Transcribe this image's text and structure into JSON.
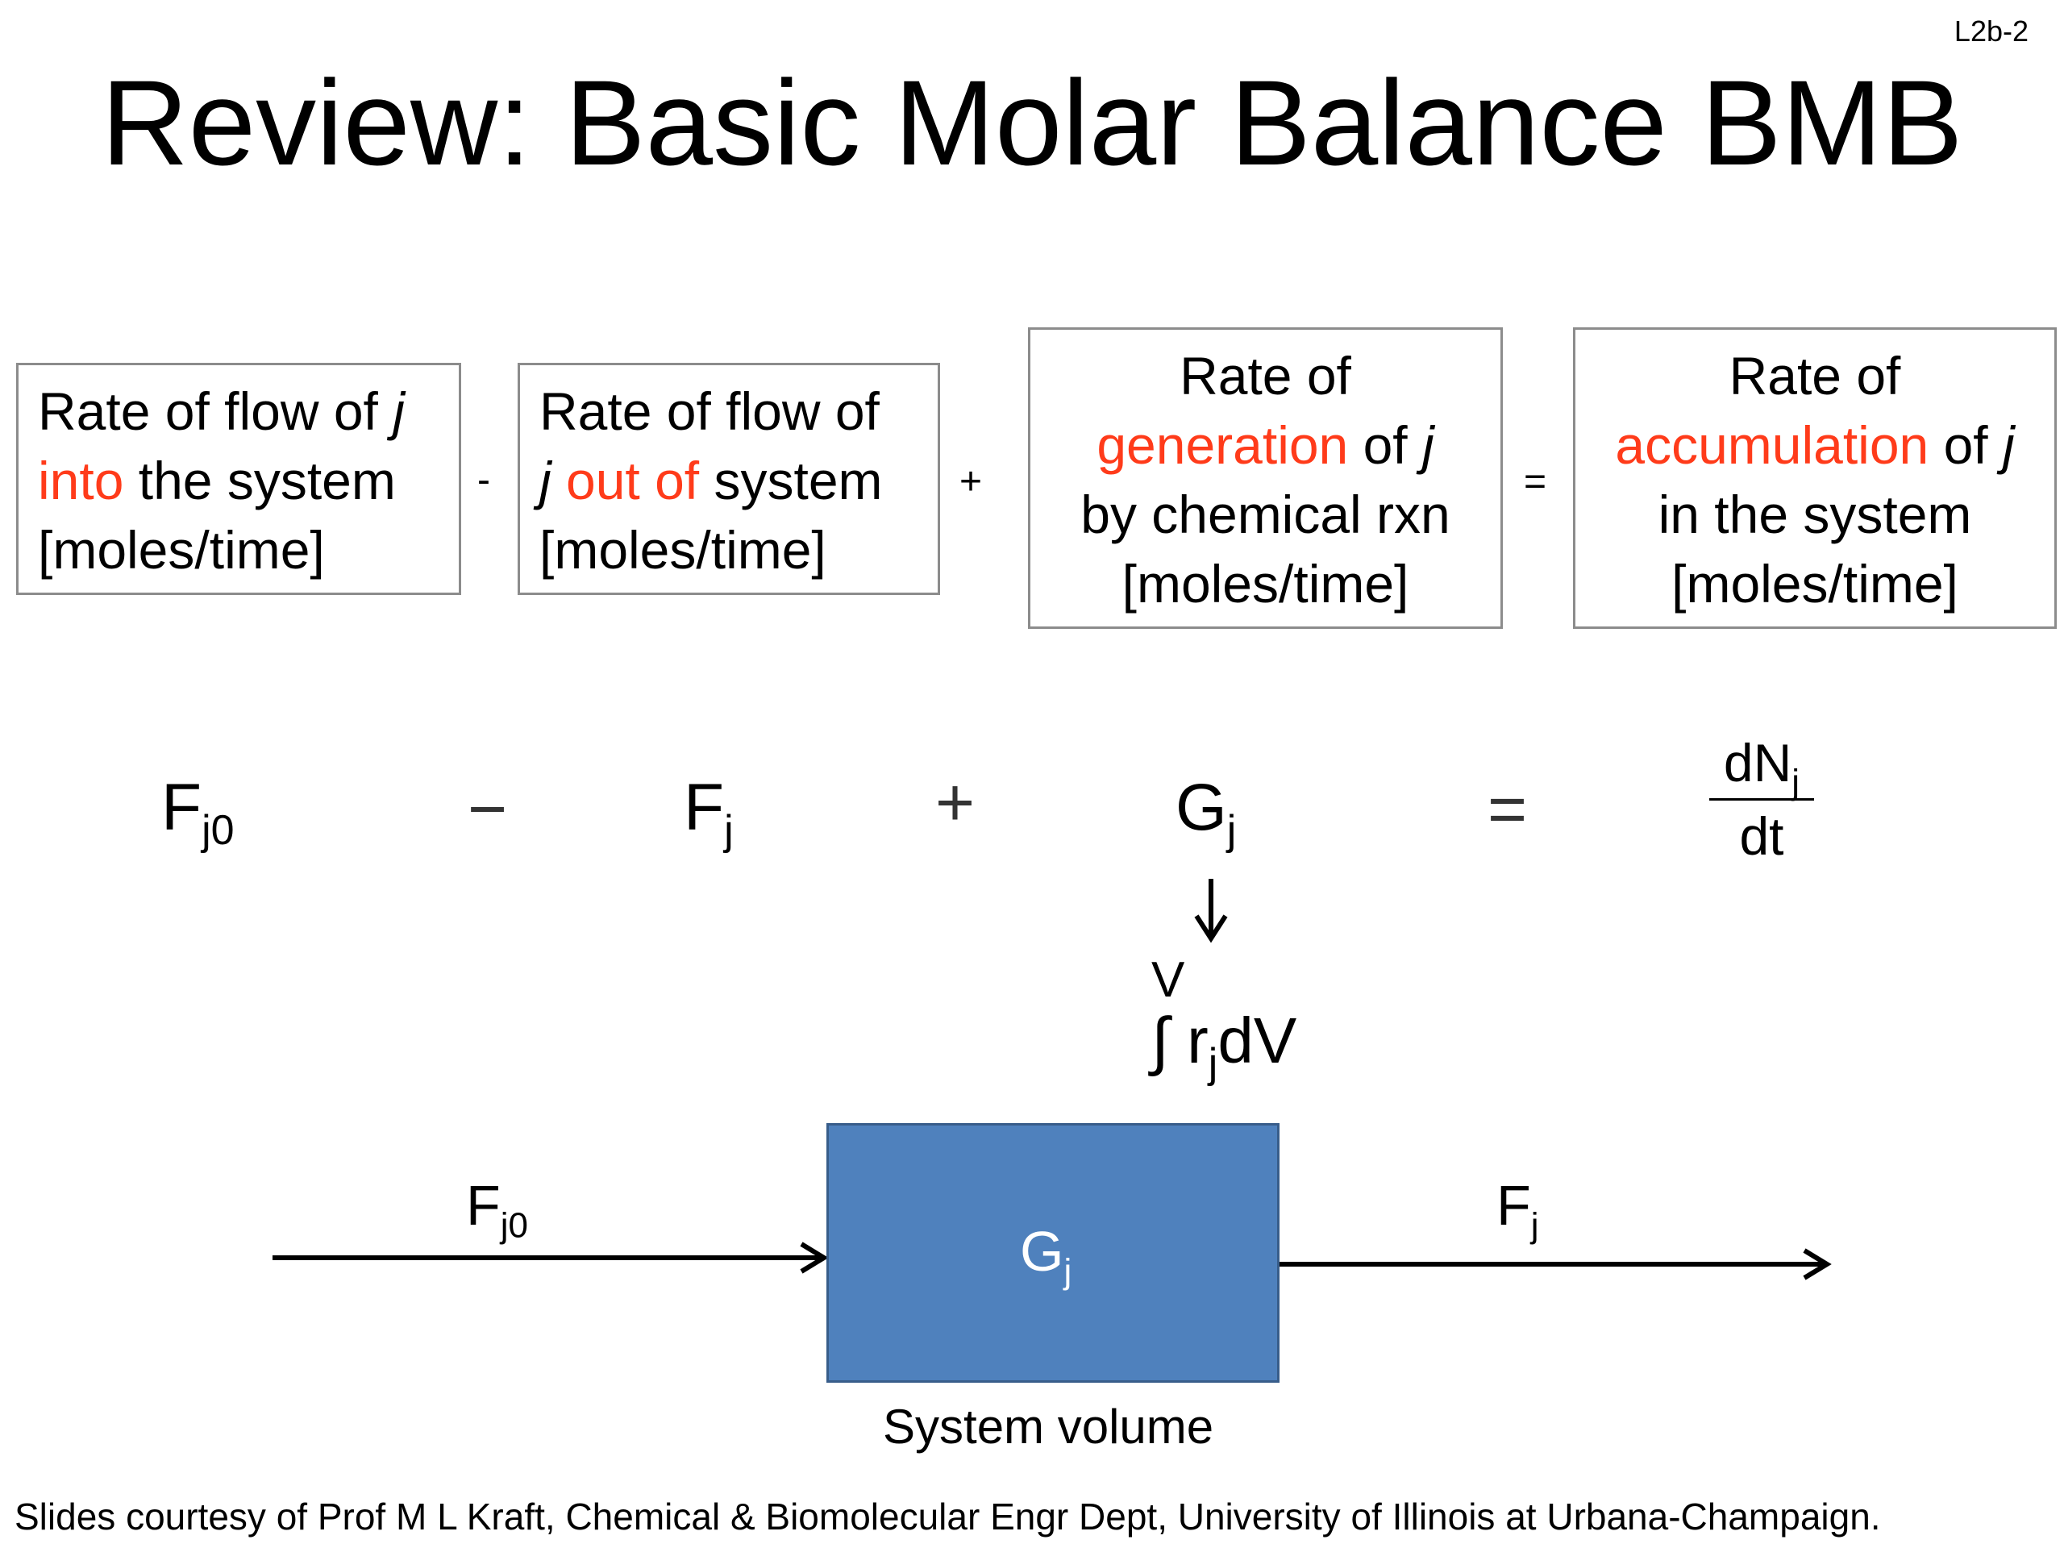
{
  "slide_id": "L2b-2",
  "title": "Review: Basic Molar Balance BMB",
  "boxes": [
    {
      "l1_a": "Rate of flow of ",
      "l1_b": "j",
      "l2_a": "into",
      "l2_b": " the system",
      "l3": "[moles/time]"
    },
    {
      "l1": "Rate of flow of",
      "l2_a": "j",
      "l2_b": " out of",
      "l2_c": " system",
      "l3": "[moles/time]"
    },
    {
      "l1": "Rate of",
      "l2_a": "generation",
      "l2_b": " of ",
      "l2_c": "j",
      "l3": "by chemical rxn",
      "l4": "[moles/time]"
    },
    {
      "l1": "Rate of",
      "l2_a": "accumulation",
      "l2_b": " of ",
      "l2_c": "j",
      "l3": "in the system",
      "l4": "[moles/time]"
    }
  ],
  "box_operators": [
    "-",
    "+",
    "="
  ],
  "equation": {
    "t1_base": "F",
    "t1_sub": "j0",
    "op1": "−",
    "t2_base": "F",
    "t2_sub": "j",
    "op2": "+",
    "t3_base": "G",
    "t3_sub": "j",
    "op3": "=",
    "frac_num_base": "dN",
    "frac_num_sub": "j",
    "frac_den": "dt"
  },
  "integral": {
    "upper_limit": "V",
    "sign": "∫",
    "body_a": " r",
    "body_sub": "j",
    "body_b": "dV"
  },
  "diagram": {
    "inflow_base": "F",
    "inflow_sub": "j0",
    "system_base": "G",
    "system_sub": "j",
    "outflow_base": "F",
    "outflow_sub": "j",
    "caption": "System volume"
  },
  "footer": "Slides courtesy of Prof M L Kraft, Chemical & Biomolecular Engr Dept, University of Illinois at Urbana-Champaign.",
  "colors": {
    "highlight": "#ff3b1a",
    "system_fill": "#4f81bd",
    "box_border": "#8c8c8c"
  }
}
